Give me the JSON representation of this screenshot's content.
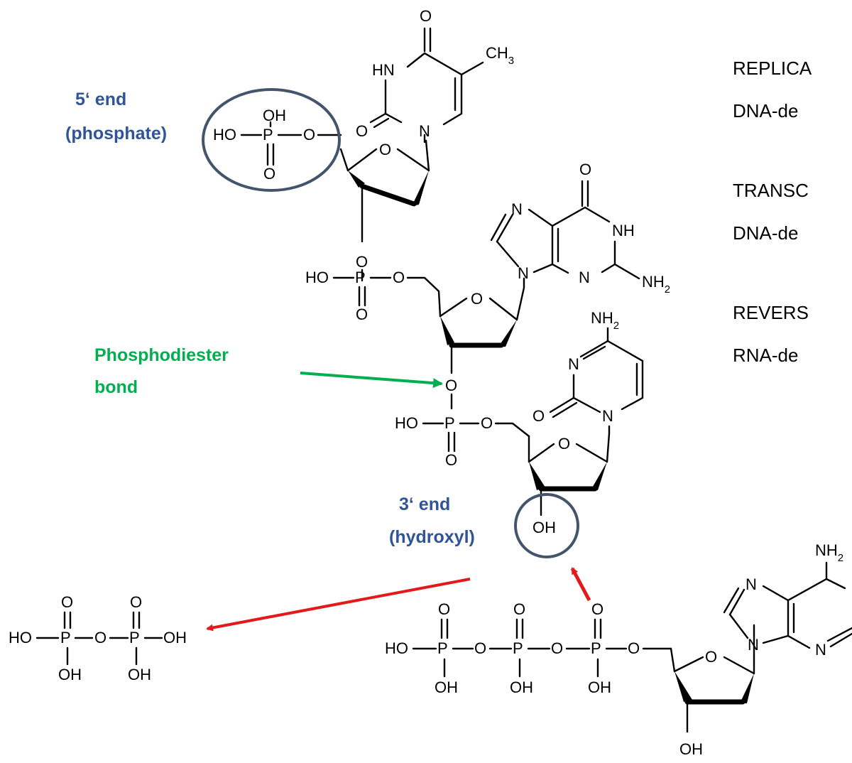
{
  "colors": {
    "annotation_blue": "#2F5597",
    "annotation_green": "#00B050",
    "arrow_red": "#E31A1C",
    "arrow_green": "#00B050",
    "circle_stroke": "#44546A",
    "ink": "#000000"
  },
  "annotations": {
    "five_prime": {
      "line1": "5‘ end",
      "line2": "(phosphate)"
    },
    "phosphodiester": {
      "line1": "Phosphodiester",
      "line2": "bond"
    },
    "three_prime": {
      "line1": "3‘ end",
      "line2": "(hydroxyl)"
    }
  },
  "side_text": [
    {
      "line1": "REPLICA",
      "line2": "DNA-de"
    },
    {
      "line1": "TRANSC",
      "line2": "DNA-de"
    },
    {
      "line1": "REVERS",
      "line2": "RNA-de"
    }
  ],
  "atoms": {
    "O": "O",
    "N": "N",
    "HN": "HN",
    "NH": "NH",
    "NH2_main": "NH",
    "two": "2",
    "CH3_main": "CH",
    "three": "3",
    "OH": "OH",
    "HO": "HO",
    "P": "P"
  }
}
